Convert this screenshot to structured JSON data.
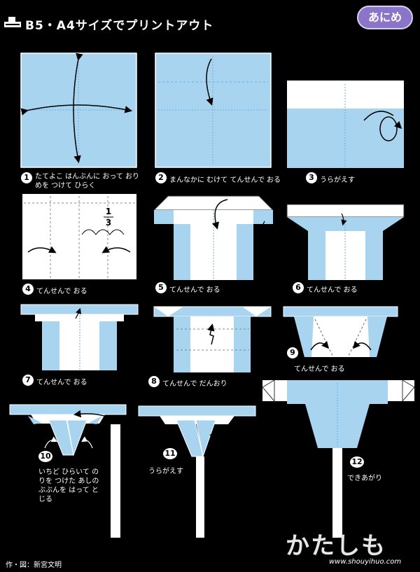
{
  "header": {
    "title": "B5・A4サイズでプリントアウト",
    "badge": "あにめ"
  },
  "steps": [
    {
      "num": "1",
      "text": "たてよこ はんぶんに おって おりめを つけて ひらく"
    },
    {
      "num": "2",
      "text": "まんなかに むけて てんせんで おる"
    },
    {
      "num": "3",
      "text": "うらがえす"
    },
    {
      "num": "4",
      "text": "てんせんで おる"
    },
    {
      "num": "5",
      "text": "てんせんで おる"
    },
    {
      "num": "6",
      "text": "てんせんで おる"
    },
    {
      "num": "7",
      "text": "てんせんで おる"
    },
    {
      "num": "8",
      "text": "てんせんで だんおり"
    },
    {
      "num": "9",
      "text": "てんせんで おる"
    },
    {
      "num": "10",
      "text": "いちど ひらいて のりを つけた あしの ぶぶんを はって とじる"
    },
    {
      "num": "11",
      "text": "うらがえす"
    },
    {
      "num": "12",
      "text": "できあがり"
    }
  ],
  "fraction": {
    "numerator": "1",
    "denominator": "3"
  },
  "footer": {
    "credit": "作・図：新宮文明",
    "brand": "かたしも",
    "site": "www.shouyihuo.com"
  },
  "colors": {
    "paper_blue": "#a8d4f0",
    "paper_white": "#ffffff",
    "background": "#000000",
    "badge": "#8a75c8"
  }
}
